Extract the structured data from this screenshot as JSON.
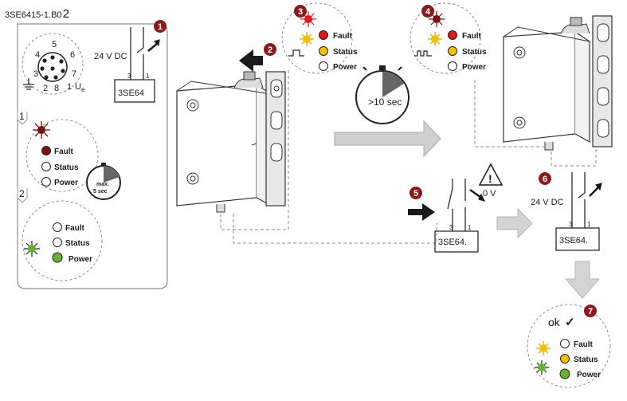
{
  "doc_code_main": "3SE6415-1.B0",
  "doc_code_suffix": "2",
  "steps": [
    "1",
    "2",
    "3",
    "4",
    "5",
    "6",
    "7"
  ],
  "voltage": "24 V DC",
  "device_label": "3SE64",
  "device_label_dot": "3SE64.",
  "pins": {
    "p1": "1",
    "p2": "2",
    "p3": "3",
    "p4": "4",
    "p5": "5",
    "p6": "6",
    "p7": "7",
    "p8": "8",
    "ue": "U"
  },
  "ue_sub": "e",
  "led_labels": {
    "fault": "Fault",
    "status": "Status",
    "power": "Power"
  },
  "sub_steps": {
    "a": "1",
    "b": "2"
  },
  "timer_max": "max.",
  "timer_sec": "5 sec",
  "timer_long": ">10 sec",
  "zero_volt": "0 V",
  "ok_text": "ok",
  "ok_check": "✓",
  "warning_symbol": "!",
  "colors": {
    "step_badge": "#8b1a1a",
    "led_red": "#d81c1c",
    "led_dark_red": "#7a1010",
    "led_yellow": "#f2c200",
    "led_green": "#66b032",
    "arrow_gray": "#cfcfcf",
    "line": "#1a1a1a"
  }
}
